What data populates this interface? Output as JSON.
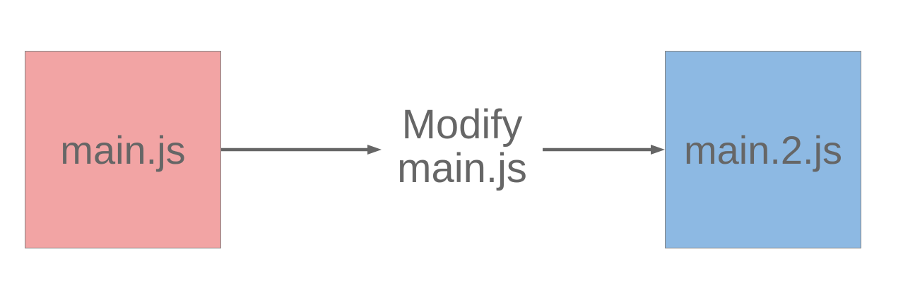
{
  "diagram": {
    "source_node": {
      "label": "main.js",
      "fill": "#f2a4a4"
    },
    "target_node": {
      "label": "main.2.js",
      "fill": "#8db9e3"
    },
    "transition_label": {
      "line1": "Modify",
      "line2": "main.js"
    },
    "colors": {
      "node_border": "#848484",
      "arrow": "#666666",
      "label_text": "#666666",
      "background": "#ffffff"
    }
  }
}
